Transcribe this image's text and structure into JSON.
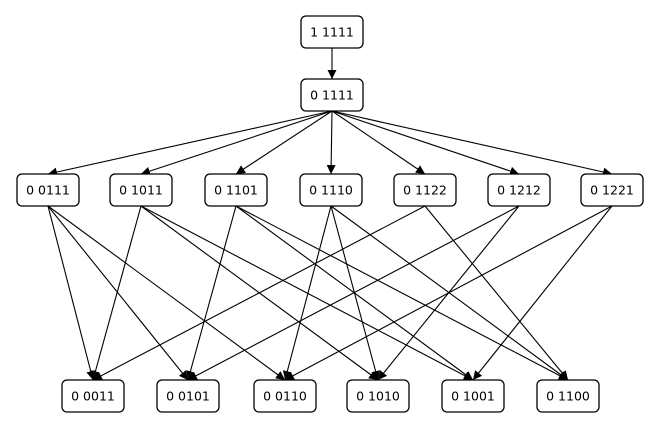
{
  "diagram": {
    "nodes": [
      {
        "id": "n11111",
        "label": "1 1111"
      },
      {
        "id": "n01111",
        "label": "0 1111"
      },
      {
        "id": "n00111",
        "label": "0 0111"
      },
      {
        "id": "n01011",
        "label": "0 1011"
      },
      {
        "id": "n01101",
        "label": "0 1101"
      },
      {
        "id": "n01110",
        "label": "0 1110"
      },
      {
        "id": "n01122",
        "label": "0 1122"
      },
      {
        "id": "n01212",
        "label": "0 1212"
      },
      {
        "id": "n01221",
        "label": "0 1221"
      },
      {
        "id": "n00011",
        "label": "0 0011"
      },
      {
        "id": "n00101",
        "label": "0 0101"
      },
      {
        "id": "n00110",
        "label": "0 0110"
      },
      {
        "id": "n01010",
        "label": "0 1010"
      },
      {
        "id": "n01001",
        "label": "0 1001"
      },
      {
        "id": "n01100",
        "label": "0 1100"
      }
    ],
    "edges": [
      {
        "from": "n11111",
        "to": "n01111"
      },
      {
        "from": "n01111",
        "to": "n00111"
      },
      {
        "from": "n01111",
        "to": "n01011"
      },
      {
        "from": "n01111",
        "to": "n01101"
      },
      {
        "from": "n01111",
        "to": "n01110"
      },
      {
        "from": "n01111",
        "to": "n01122"
      },
      {
        "from": "n01111",
        "to": "n01212"
      },
      {
        "from": "n01111",
        "to": "n01221"
      },
      {
        "from": "n00111",
        "to": "n00011"
      },
      {
        "from": "n00111",
        "to": "n00101"
      },
      {
        "from": "n00111",
        "to": "n00110"
      },
      {
        "from": "n01011",
        "to": "n00011"
      },
      {
        "from": "n01011",
        "to": "n01010"
      },
      {
        "from": "n01011",
        "to": "n01001"
      },
      {
        "from": "n01101",
        "to": "n00101"
      },
      {
        "from": "n01101",
        "to": "n01001"
      },
      {
        "from": "n01101",
        "to": "n01100"
      },
      {
        "from": "n01110",
        "to": "n00110"
      },
      {
        "from": "n01110",
        "to": "n01010"
      },
      {
        "from": "n01110",
        "to": "n01100"
      },
      {
        "from": "n01122",
        "to": "n00011"
      },
      {
        "from": "n01122",
        "to": "n01100"
      },
      {
        "from": "n01212",
        "to": "n00101"
      },
      {
        "from": "n01212",
        "to": "n01010"
      },
      {
        "from": "n01221",
        "to": "n00110"
      },
      {
        "from": "n01221",
        "to": "n01001"
      }
    ]
  }
}
